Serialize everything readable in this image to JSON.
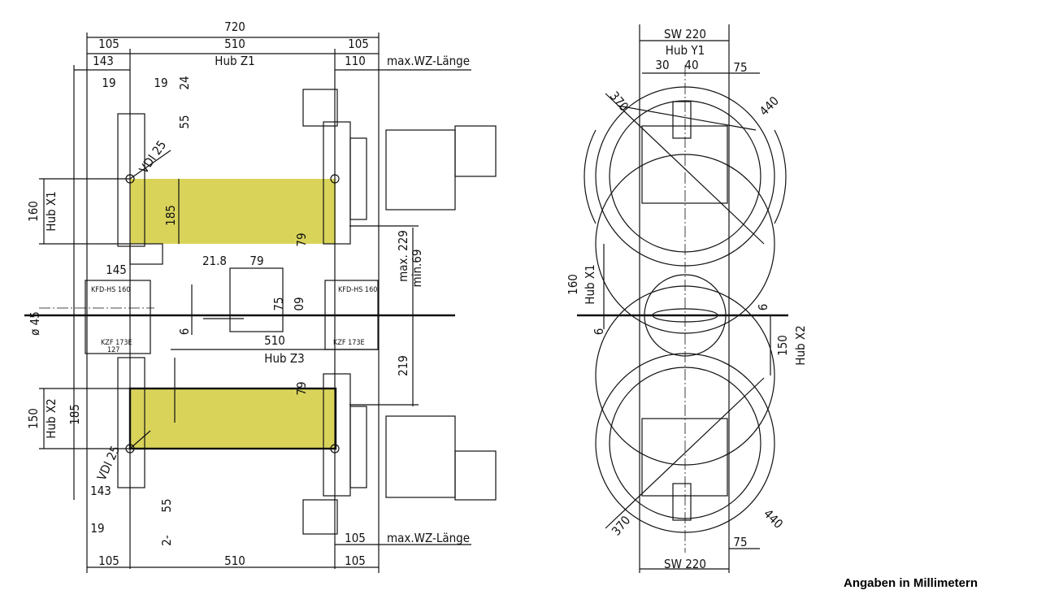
{
  "left_view": {
    "dim_total": "720",
    "dim_105_a": "105",
    "dim_510_top": "510",
    "dim_105_b": "105",
    "dim_143_top": "143",
    "hub_z1": "Hub Z1",
    "dim_110": "110",
    "max_wz_top": "max.WZ-Länge",
    "dim_19_a": "19",
    "dim_19_b": "19",
    "dim_24": "24",
    "dim_55_top": "55",
    "vdi_top": "VDI 25",
    "dim_160": "160",
    "hub_x1": "Hub X1",
    "dim_185_inner": "185",
    "dim_79_top": "79",
    "max_229": "max. 229",
    "min_69": "min.69",
    "dim_145": "145",
    "dim_21_8": "21.8",
    "dim_79_mid": "79",
    "kfd_left": "KFD-HS 160",
    "kfd_right": "KFD-HS 160",
    "dim_75": "75",
    "dim_60": "60",
    "dia_45": "ø 45",
    "dim_6": "6",
    "dim_510_mid": "510",
    "hub_z3": "Hub Z3",
    "kzf_left": "KZF 173E",
    "dim_127": "127",
    "kzf_right": "KZF 173E",
    "dim_219": "219",
    "dim_79_bot": "79",
    "dim_150": "150",
    "hub_x2": "Hub X2",
    "dim_185_outer": "185",
    "vdi_bot": "VDI 25",
    "dim_143_bot": "143",
    "dim_55_bot": "55",
    "dim_19_bot": "19",
    "dim_2": "2-",
    "dim_105_c": "105",
    "max_wz_bot": "max.WZ-Länge",
    "dim_105_d": "105",
    "dim_510_bot": "510",
    "dim_105_e": "105"
  },
  "right_view": {
    "sw_top": "SW 220",
    "hub_y1": "Hub Y1",
    "dim_30": "30",
    "dim_40": "40",
    "dim_75_top": "75",
    "dim_370_top": "370",
    "dim_440_top": "440",
    "dim_160": "160",
    "hub_x1": "Hub X1",
    "dim_6_a": "6",
    "dim_6_b": "6",
    "dim_150": "150",
    "hub_x2": "Hub X2",
    "dim_370_bot": "370",
    "dim_440_bot": "440",
    "dim_75_bot": "75",
    "sw_bot": "SW 220"
  },
  "footer_note": "Angaben in Millimetern",
  "colors": {
    "stroke_area": "#d9d35a",
    "line": "#111111"
  }
}
